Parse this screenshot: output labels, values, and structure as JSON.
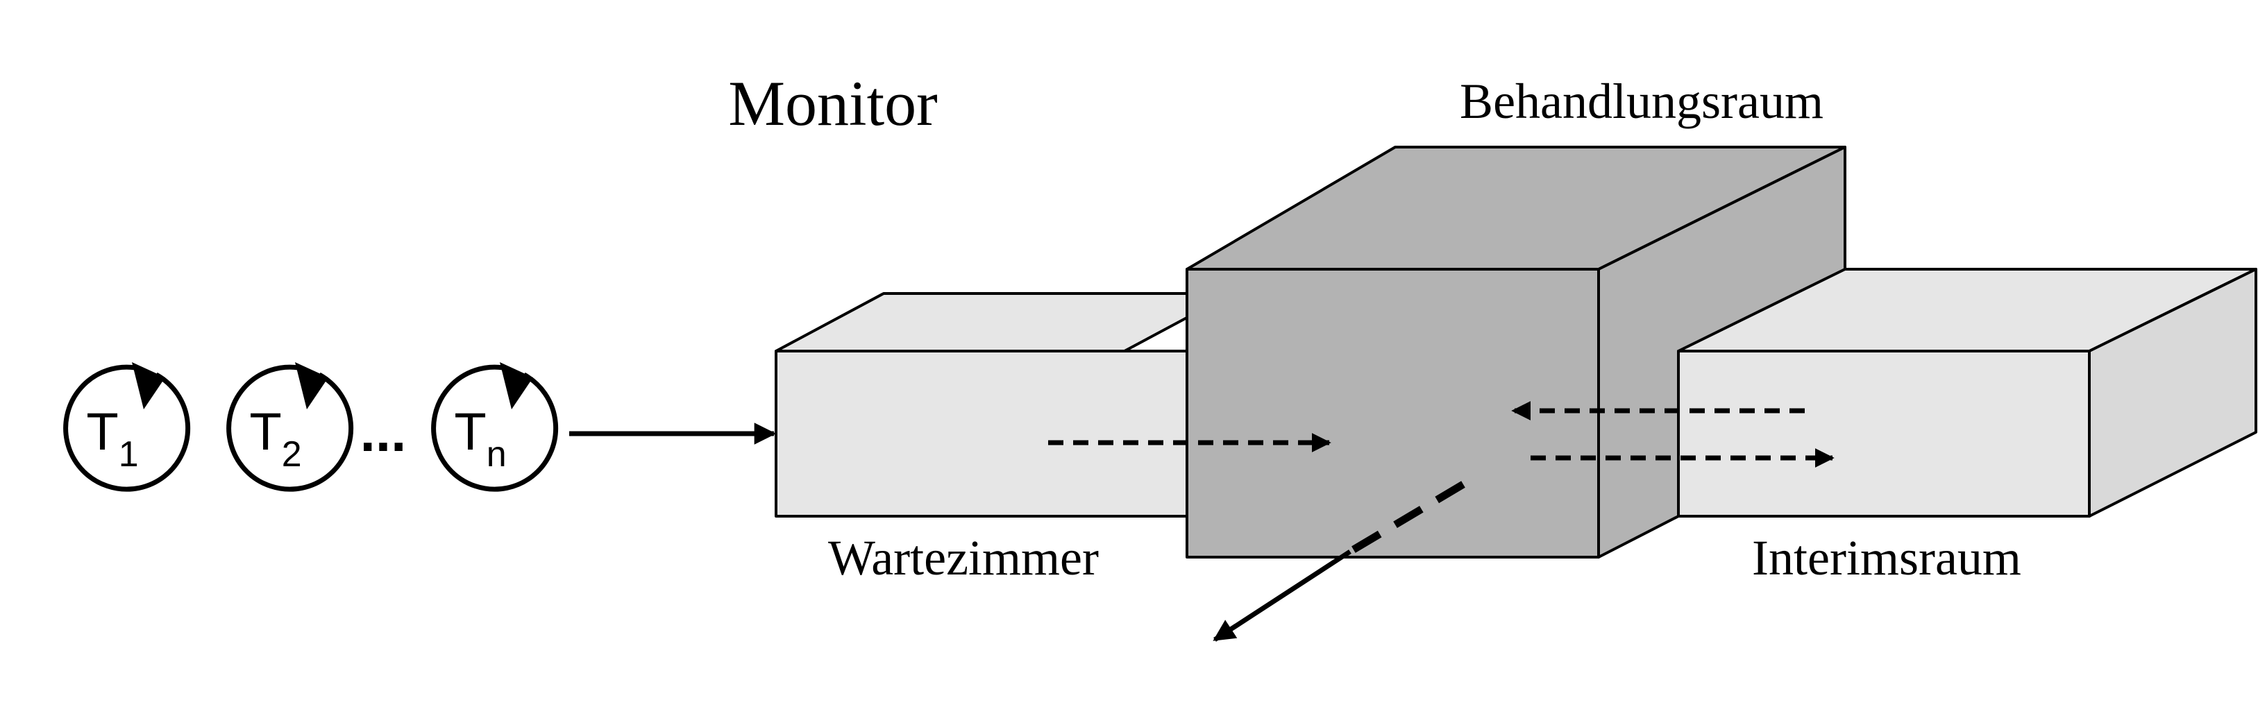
{
  "title": "Monitor",
  "rooms": {
    "waiting": "Wartezimmer",
    "treatment": "Behandlungsraum",
    "interim": "Interimsraum"
  },
  "threads": [
    {
      "letter": "T",
      "index": "1"
    },
    {
      "letter": "T",
      "index": "2"
    },
    {
      "letter": "T",
      "index": "n"
    }
  ],
  "ellipsis": "...",
  "colors": {
    "waiting_box": "#e6e6e6",
    "treatment_box": "#b3b3b3",
    "interim_box": "#e6e6e6",
    "stroke": "#000000"
  }
}
